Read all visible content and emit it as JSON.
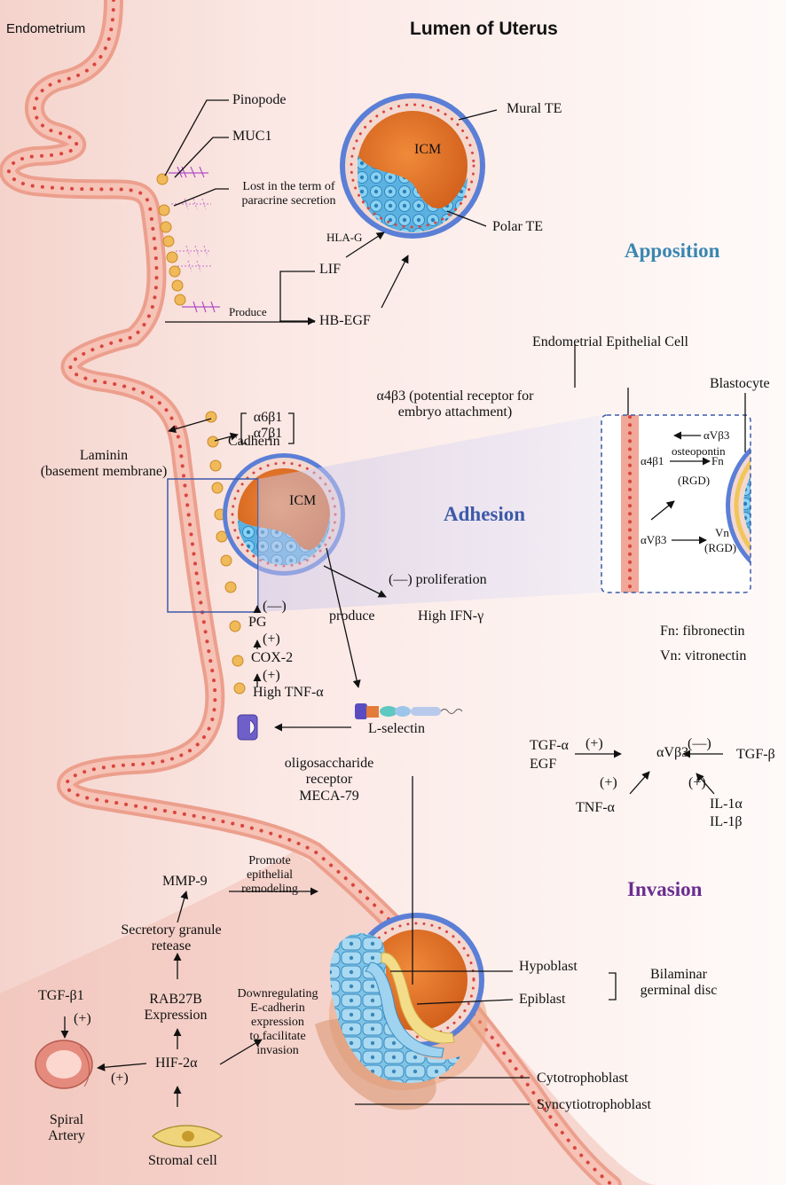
{
  "title": "Lumen of Uterus",
  "endometrium": "Endometrium",
  "stages": {
    "apposition": "Apposition",
    "adhesion": "Adhesion",
    "invasion": "Invasion"
  },
  "apposition": {
    "pinopode": "Pinopode",
    "muc1": "MUC1",
    "lost_1": "Lost in the term of",
    "lost_2": "paracrine secretion",
    "mural_te": "Mural TE",
    "icm": "ICM",
    "polar_te": "Polar TE",
    "hla_g": "HLA-G",
    "lif": "LIF",
    "produce": "Produce",
    "hb_egf": "HB-EGF"
  },
  "adhesion": {
    "integrin_1": "α6β1",
    "integrin_2": "α7β1",
    "laminin_1": "Laminin",
    "laminin_2": "(basement membrane)",
    "cadherin": "Cadherin",
    "a4b3_1": "α4β3 (potential receptor for",
    "a4b3_2": "embryo attachment)",
    "icm": "ICM",
    "neg_prolif": "(—) proliferation",
    "produce": "produce",
    "high_ifn": "High IFN-γ",
    "neg_pg": "(—)",
    "pg": "PG",
    "pos_1": "(+)",
    "cox2": "COX-2",
    "pos_2": "(+)",
    "high_tnf": "High TNF-α",
    "l_selectin": "L-selectin",
    "oligo_1": "oligosaccharide",
    "oligo_2": "receptor",
    "oligo_3": "MECA-79"
  },
  "inset": {
    "epithelial_cell": "Endometrial Epithelial Cell",
    "blastocyte": "Blastocyte",
    "avb3_top": "αVβ3",
    "osteopontin": "osteopontin",
    "a4b1": "α4β1",
    "fn": "Fn",
    "rgd_1": "(RGD)",
    "avb3_bottom": "αVβ3",
    "vn": "Vn",
    "rgd_2": "(RGD)"
  },
  "legend": {
    "fn": "Fn:  fibronectin",
    "vn": "Vn:  vitronectin"
  },
  "regulation": {
    "center": "αVβ3",
    "tgfa": "TGF-α",
    "egf": "EGF",
    "plus_left": "(+)",
    "minus_right": "(—)",
    "tgfb": "TGF-β",
    "plus_bl": "(+)",
    "tnfa": "TNF-α",
    "plus_br": "(+)",
    "il1a": "IL-1α",
    "il1b": "IL-1β"
  },
  "invasion": {
    "mmp9": "MMP-9",
    "promote_1": "Promote",
    "promote_2": "epithelial",
    "promote_3": "remodeling",
    "secretory_1": "Secretory granule",
    "secretory_2": "retease",
    "rab_1": "RAB27B",
    "rab_2": "Expression",
    "down_1": "Downregulating",
    "down_2": "E-cadherin",
    "down_3": "expression",
    "down_4": "to facilitate",
    "down_5": "invasion",
    "tgfb1": "TGF-β1",
    "plus_1": "(+)",
    "hif": "HIF-2α",
    "plus_2": "(+)",
    "spiral_1": "Spiral",
    "spiral_2": "Artery",
    "stromal": "Stromal cell",
    "hypoblast": "Hypoblast",
    "epiblast": "Epiblast",
    "bilaminar_1": "Bilaminar",
    "bilaminar_2": "germinal disc",
    "cytotrophoblast": "Cytotrophoblast",
    "syncytiotrophoblast": "Syncytiotrophoblast"
  },
  "colors": {
    "apposition": "#3a86b0",
    "adhesion": "#3d5aa8",
    "invasion": "#6a2d8f"
  }
}
